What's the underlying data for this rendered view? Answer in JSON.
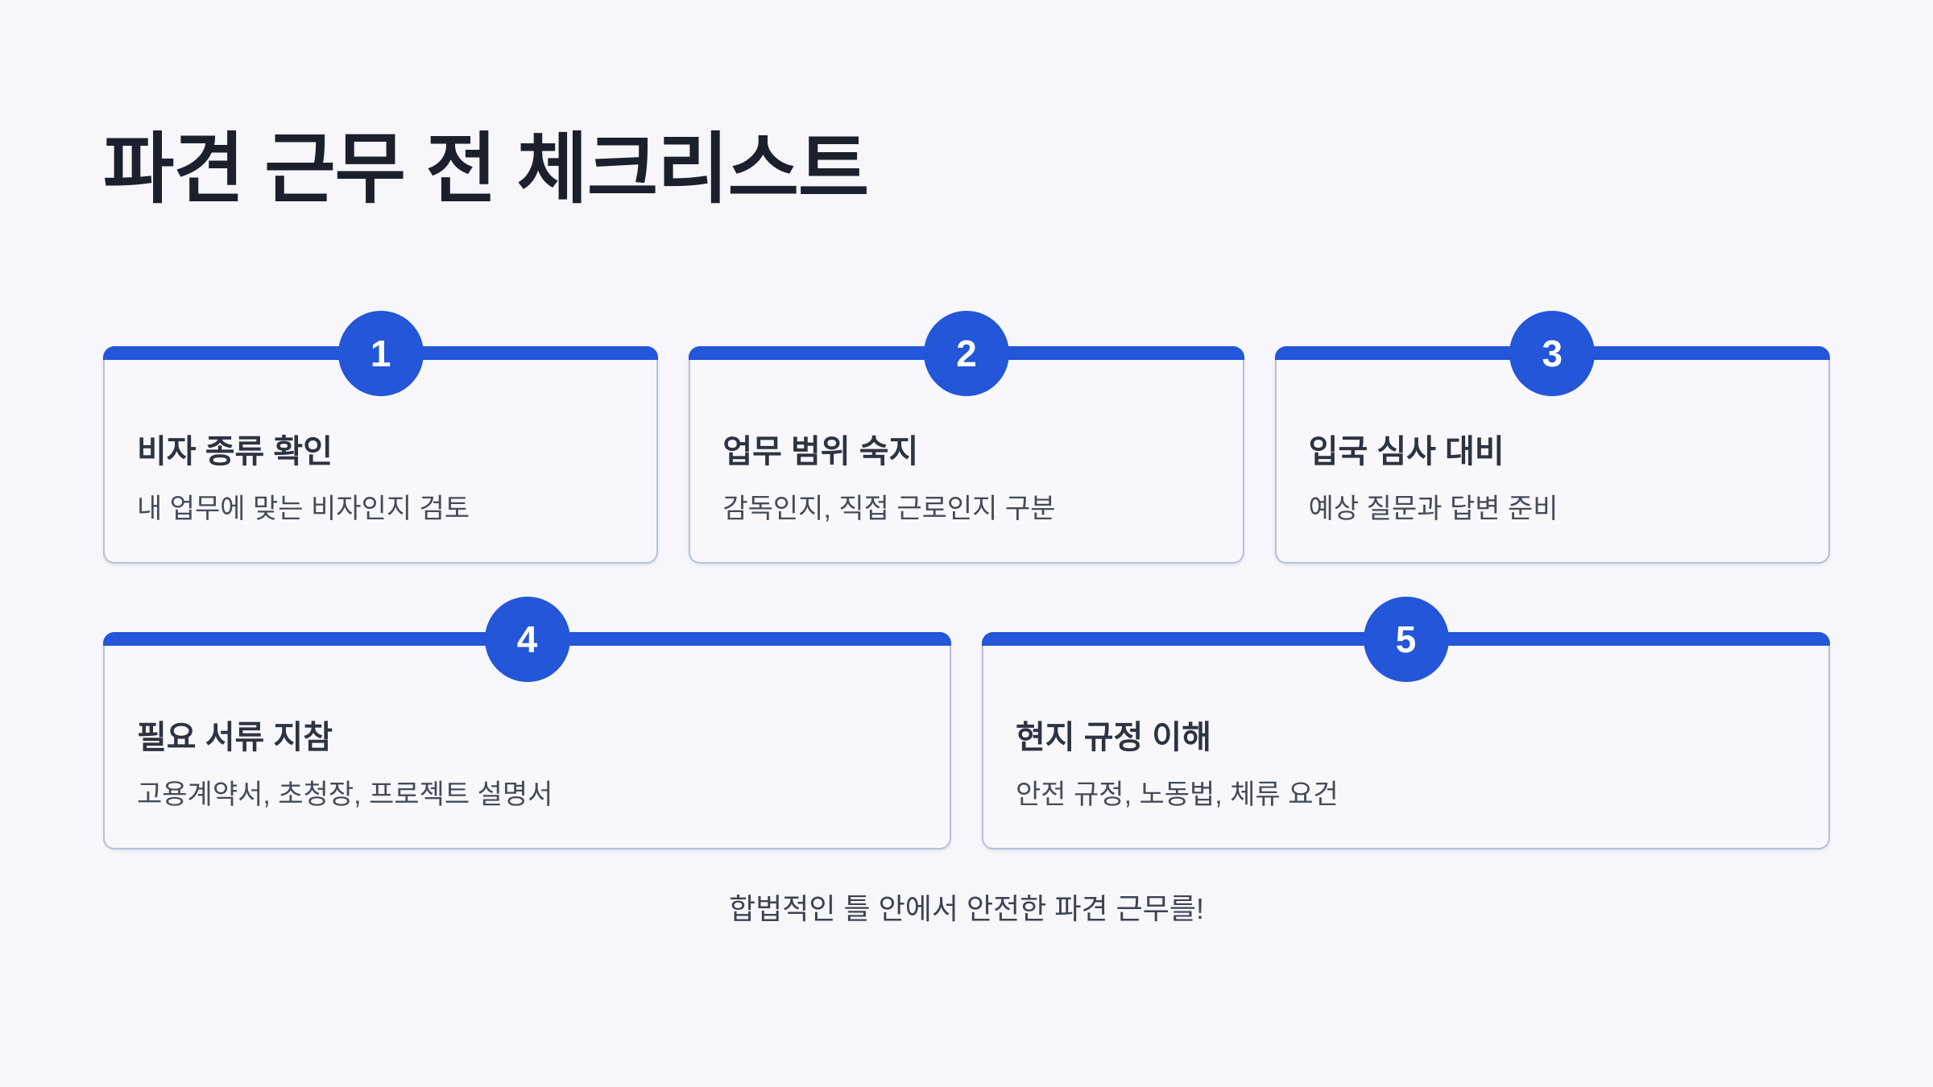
{
  "page": {
    "title": "파견 근무 전 체크리스트",
    "footer_note": "합법적인 틀 안에서 안전한 파견 근무를!"
  },
  "colors": {
    "accent_blue": "#2356d8",
    "page_background": "#f6f6fb",
    "card_background": "#f8f8fc",
    "card_border": "#b6c0da",
    "title_text": "#1c1f2c",
    "card_title_text": "#2e3342",
    "card_description_text": "#464b5a",
    "badge_number_text": "#ffffff"
  },
  "checklist": {
    "items": [
      {
        "number": "1",
        "title": "비자 종류 확인",
        "description": "내 업무에 맞는 비자인지 검토"
      },
      {
        "number": "2",
        "title": "업무 범위 숙지",
        "description": "감독인지, 직접 근로인지 구분"
      },
      {
        "number": "3",
        "title": "입국 심사 대비",
        "description": "예상 질문과 답변 준비"
      },
      {
        "number": "4",
        "title": "필요 서류 지참",
        "description": "고용계약서, 초청장, 프로젝트 설명서"
      },
      {
        "number": "5",
        "title": "현지 규정 이해",
        "description": "안전 규정, 노동법, 체류 요건"
      }
    ]
  }
}
